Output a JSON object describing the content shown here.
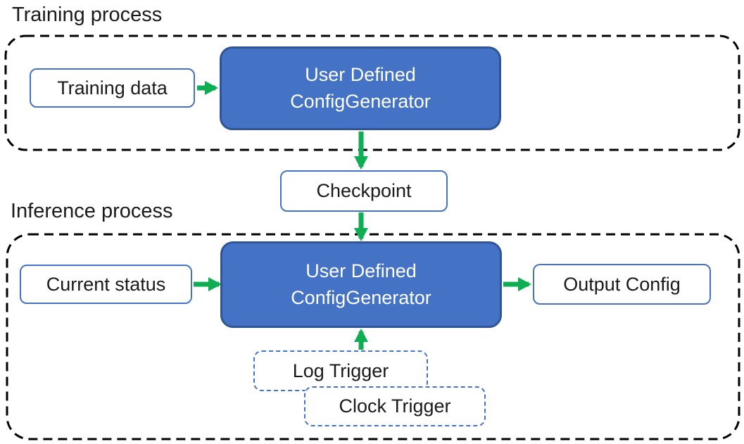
{
  "colors": {
    "generator_fill": "#4472C4",
    "generator_border": "#2F5597",
    "io_box_border": "#4472C4",
    "trigger_border": "#4472C4",
    "arrow_green": "#10AE52",
    "container_dash": "#000000",
    "text_dark": "#1A1A1A",
    "text_light": "#FFFFFF"
  },
  "training": {
    "title": "Training process",
    "input_label": "Training data",
    "generator_label": "User Defined\nConfigGenerator"
  },
  "checkpoint": {
    "label": "Checkpoint"
  },
  "inference": {
    "title": "Inference process",
    "input_label": "Current status",
    "generator_label": "User Defined\nConfigGenerator",
    "output_label": "Output Config",
    "log_trigger_label": "Log Trigger",
    "clock_trigger_label": "Clock Trigger"
  }
}
